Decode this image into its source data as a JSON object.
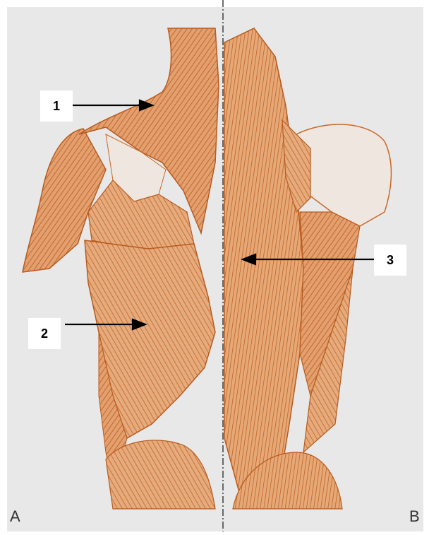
{
  "figure": {
    "background_color": "#e8e8e8",
    "muscle_color": "#c8692a",
    "muscle_light_color": "#e3a06e",
    "labels": [
      {
        "id": "1",
        "text": "1"
      },
      {
        "id": "2",
        "text": "2"
      },
      {
        "id": "3",
        "text": "3"
      }
    ],
    "panel_left": "A",
    "panel_right": "B"
  }
}
